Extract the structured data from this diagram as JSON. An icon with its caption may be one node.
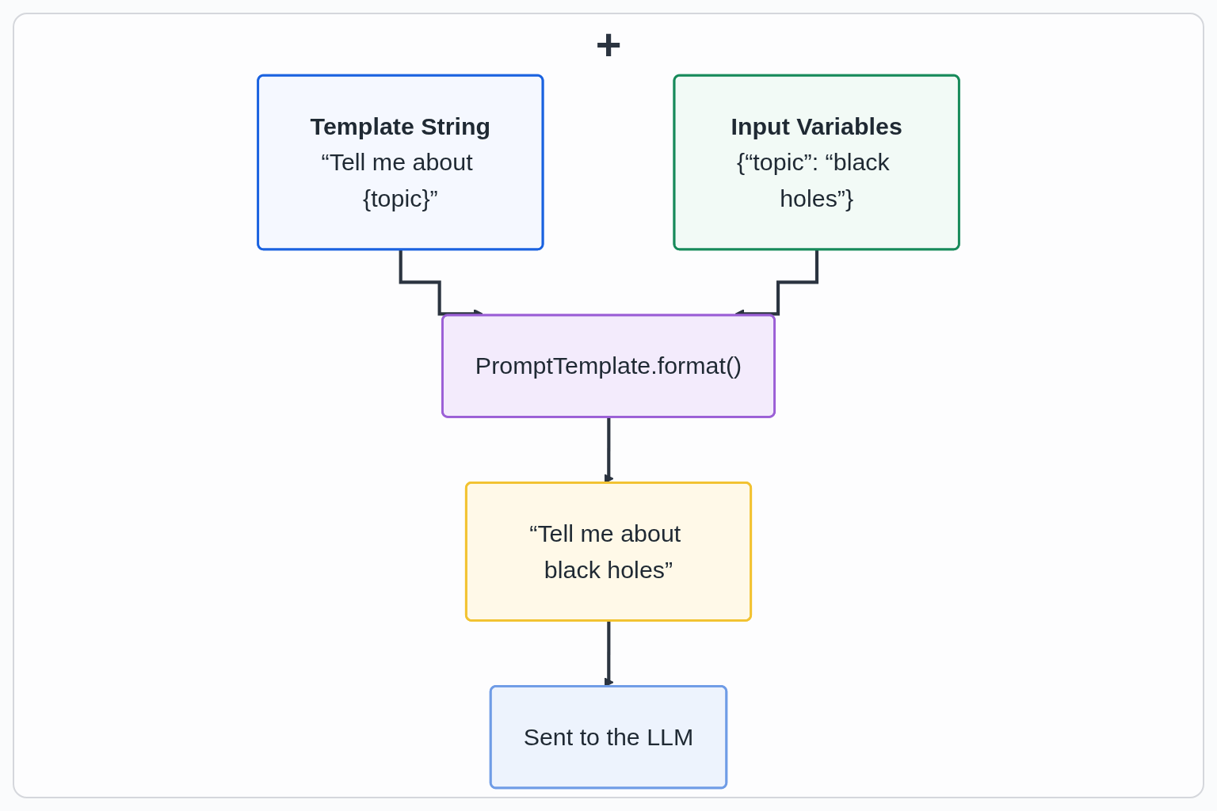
{
  "diagram": {
    "nodes": [
      {
        "text": [
          "Template String",
          "“Tell me about {topic}”"
        ]
      },
      {
        "text": [
          "Input Variables",
          "{“topic”: “black holes”}"
        ]
      },
      {
        "text": [
          "PromptTemplate.format()"
        ]
      },
      {
        "text": [
          "“Tell me about black holes”"
        ]
      },
      {
        "text": [
          "Sent to the LLM"
        ]
      }
    ],
    "edges": [
      {
        "from": 0,
        "to": 2,
        "arrow": "to"
      },
      {
        "from": 1,
        "to": 2,
        "arrow": "to"
      },
      {
        "from": 2,
        "to": 3,
        "arrow": "to"
      },
      {
        "from": 3,
        "to": 4,
        "arrow": "to"
      }
    ],
    "labels": [
      "+"
    ]
  }
}
